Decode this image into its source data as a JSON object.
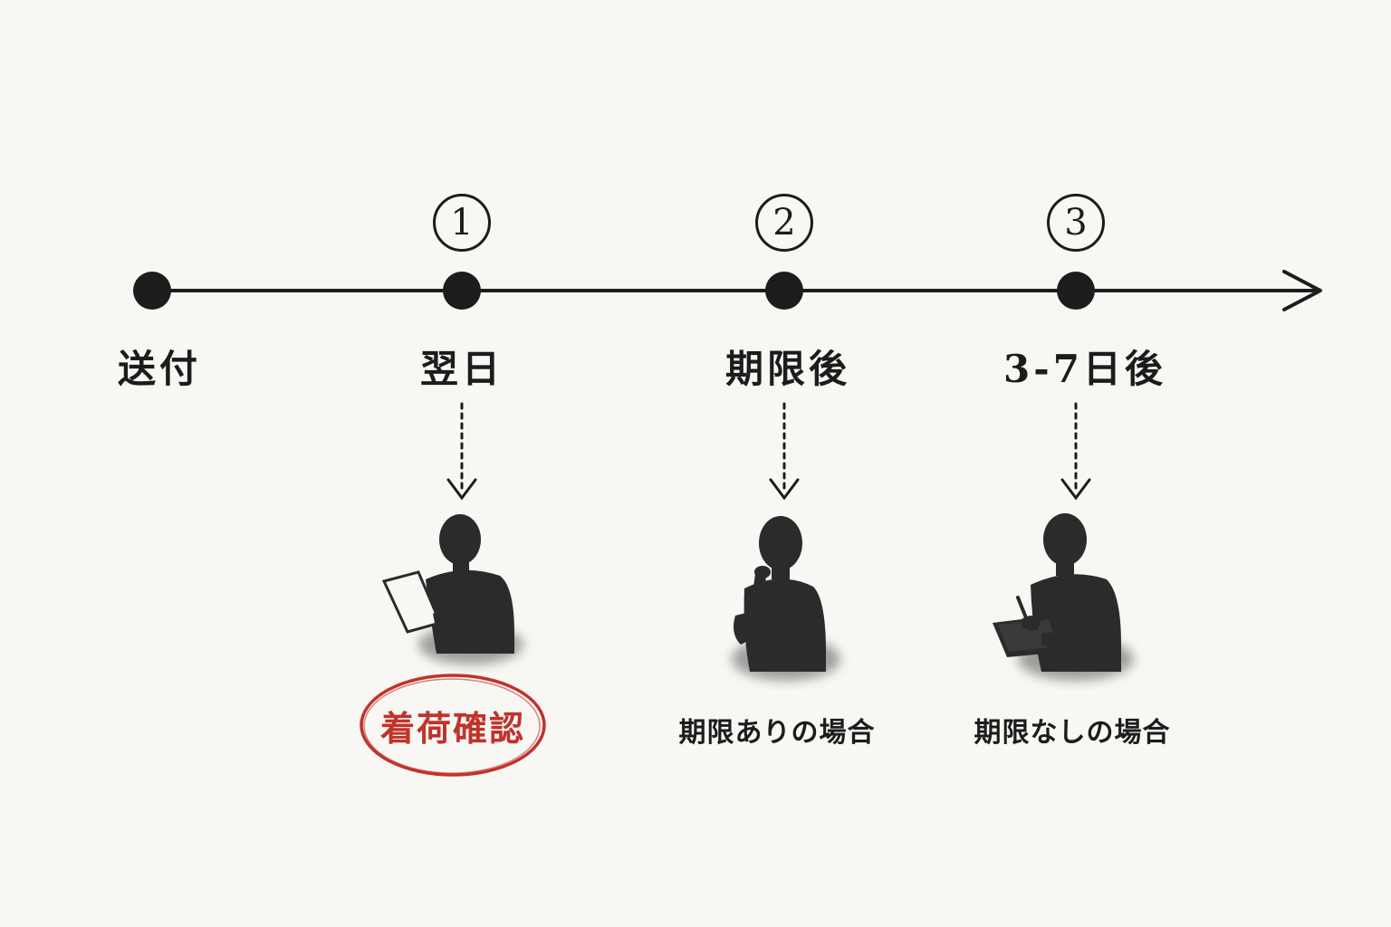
{
  "timeline": {
    "points": [
      {
        "label": "送付"
      },
      {
        "label": "翌日",
        "marker": "1"
      },
      {
        "label": "期限後",
        "marker": "2"
      },
      {
        "label": "3-7日後",
        "marker": "3"
      }
    ]
  },
  "steps": [
    {
      "figure": "person-reading-document-icon",
      "stamp_text": "着荷確認",
      "stamp_color": "#c0332b"
    },
    {
      "figure": "person-thinking-icon",
      "caption": "期限ありの場合"
    },
    {
      "figure": "person-writing-clipboard-icon",
      "caption": "期限なしの場合"
    }
  ],
  "colors": {
    "ink": "#1c1c1c",
    "paper": "#f8f7f3",
    "stamp": "#c0332b"
  }
}
